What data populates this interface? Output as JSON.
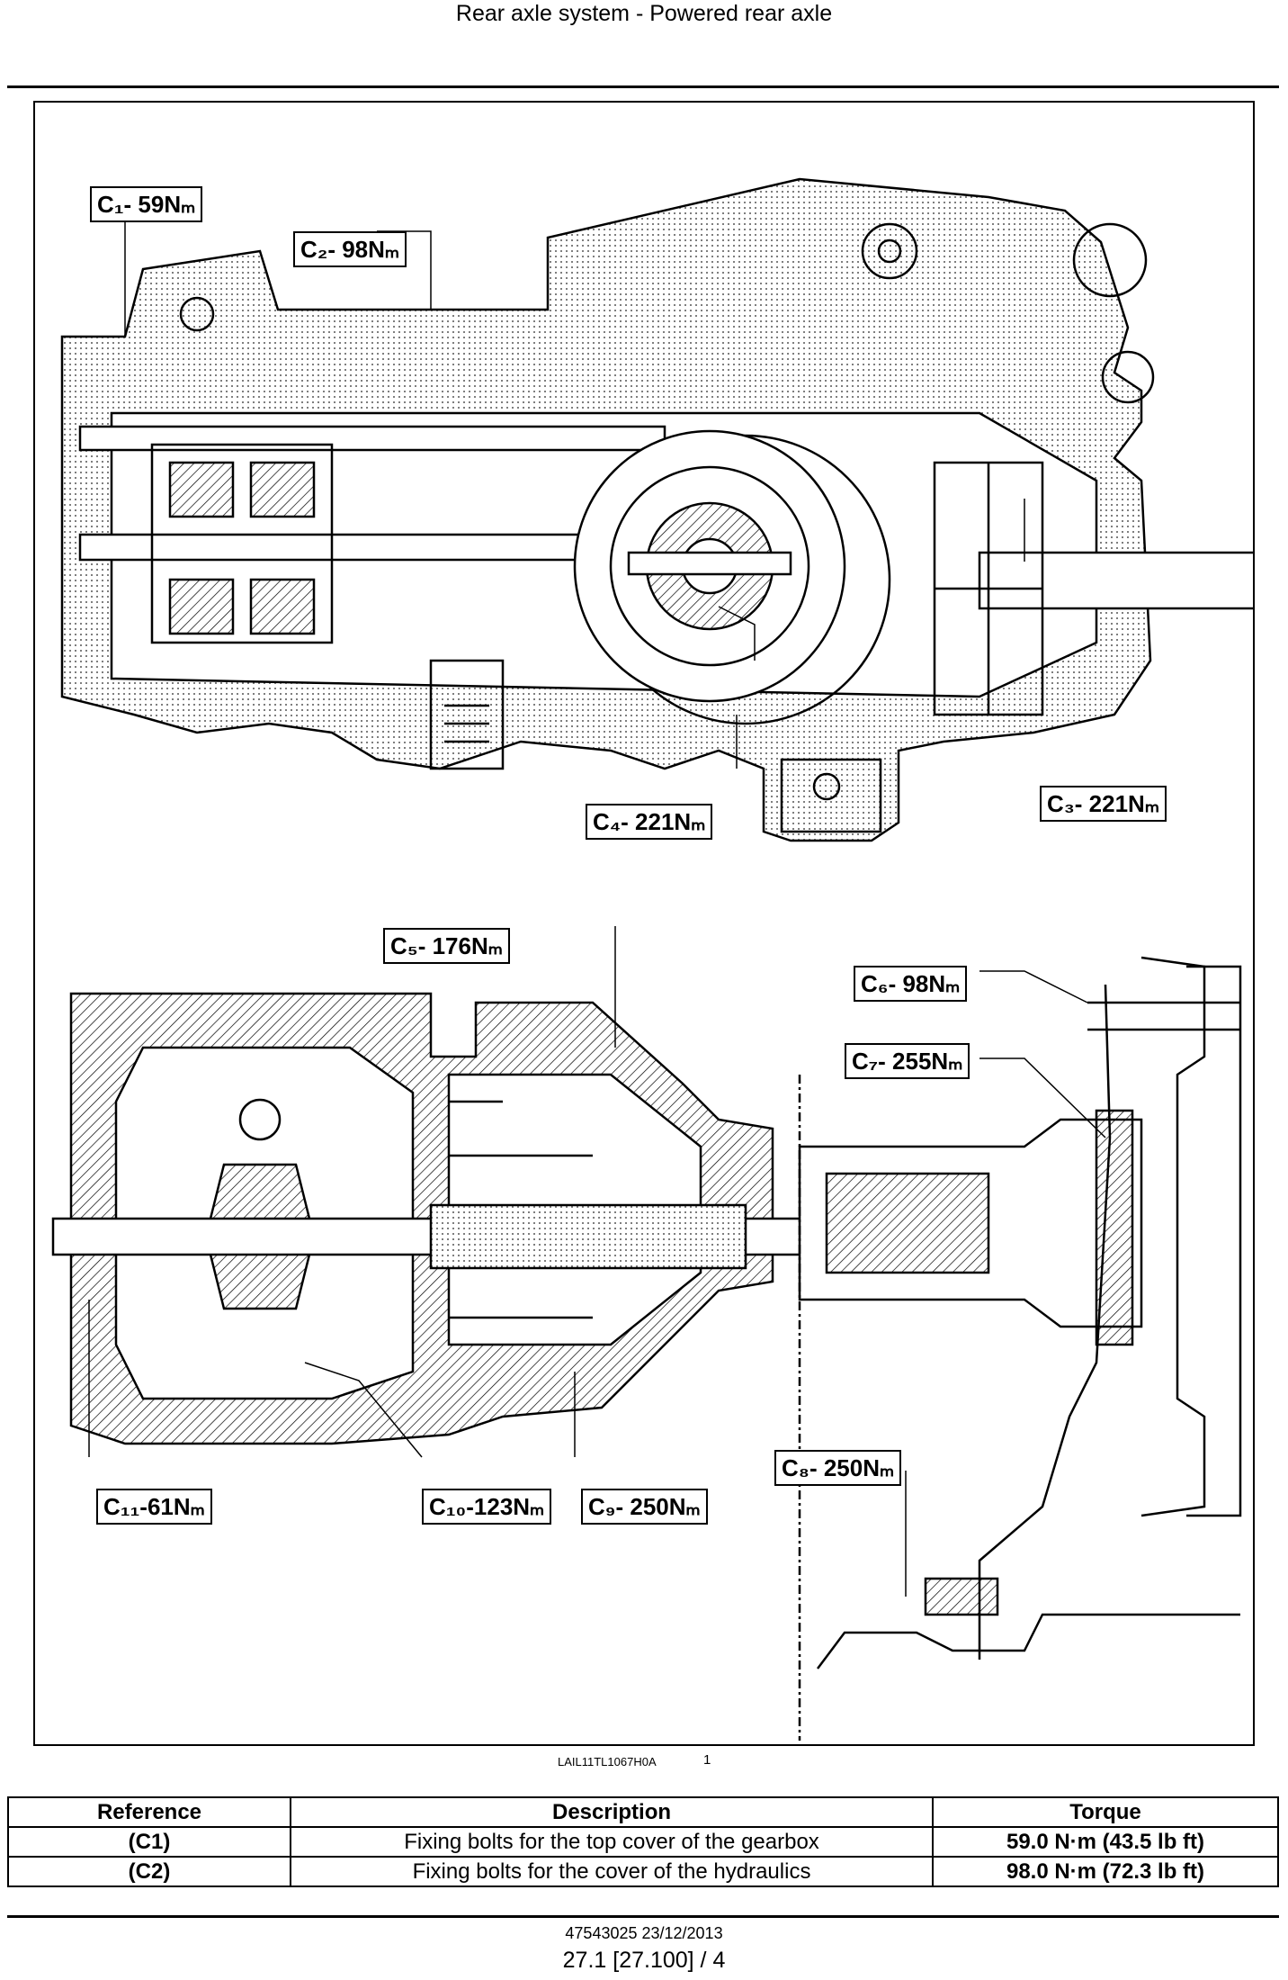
{
  "header": {
    "title": "Rear axle system - Powered rear axle"
  },
  "figure": {
    "callouts": {
      "c1": "C₁- 59Nₘ",
      "c2": "C₂- 98Nₘ",
      "c3": "C₃- 221Nₘ",
      "c4": "C₄- 221Nₘ",
      "c5": "C₅- 176Nₘ",
      "c6": "C₆- 98Nₘ",
      "c7": "C₇- 255Nₘ",
      "c8": "C₈- 250Nₘ",
      "c9": "C₉- 250Nₘ",
      "c10": "C₁₀-123Nₘ",
      "c11": "C₁₁-61Nₘ"
    },
    "code": "LAIL11TL1067H0A",
    "number": "1"
  },
  "table": {
    "headers": {
      "reference": "Reference",
      "description": "Description",
      "torque": "Torque"
    },
    "rows": [
      {
        "reference": "(C1)",
        "description": "Fixing bolts for the top cover of the gearbox",
        "torque": "59.0 N·m (43.5 lb ft)"
      },
      {
        "reference": "(C2)",
        "description": "Fixing bolts for the cover of the hydraulics",
        "torque": "98.0 N·m (72.3 lb ft)"
      }
    ]
  },
  "footer": {
    "doc_ref": "47543025 23/12/2013",
    "page": "27.1 [27.100] / 4"
  }
}
